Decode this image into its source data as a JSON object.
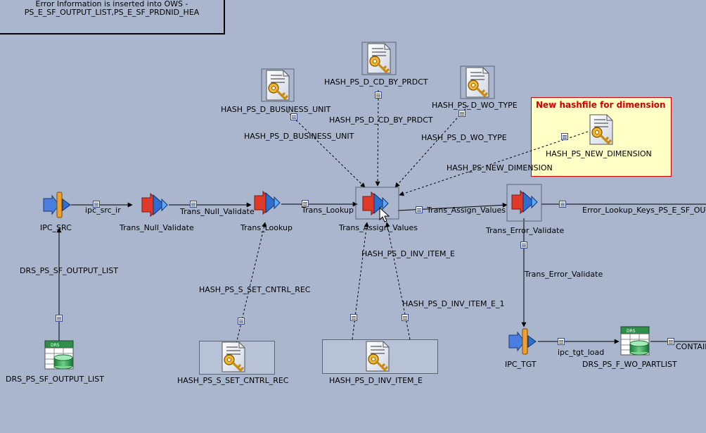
{
  "annotation": {
    "line1": "Error Information is inserted into OWS -",
    "line2": "PS_E_SF_OUTPUT_LIST,PS_E_SF_PRDNID_HEA"
  },
  "note": {
    "title": "New hashfile for dimension"
  },
  "stages": {
    "ipc_src": "IPC_SRC",
    "trans_null_validate": "Trans_Null_Validate",
    "trans_lookup": "Trans_Lookup",
    "trans_assign_values": "Trans_Assign_Values",
    "trans_error_validate": "Trans_Error_Validate",
    "drs_ps_sf_output_list": "DRS_PS_SF_OUTPUT_LIST",
    "hash_business_unit": "HASH_PS_D_BUSINESS_UNIT",
    "hash_cd_by_prdct": "HASH_PS_D_CD_BY_PRDCT",
    "hash_wo_type": "HASH_PS_D_WO_TYPE",
    "hash_new_dimension": "HASH_PS_NEW_DIMENSION",
    "hash_s_set_cntrl_rec": "HASH_PS_S_SET_CNTRL_REC",
    "hash_inv_item_e": "HASH_PS_D_INV_ITEM_E",
    "ipc_tgt": "IPC_TGT",
    "drs_ps_f_wo_partlist": "DRS_PS_F_WO_PARTLIST"
  },
  "links": {
    "ipc_src_ir": "ipc_src_ir",
    "trans_null_validate": "Trans_Null_Validate",
    "trans_lookup": "Trans_Lookup",
    "trans_assign_values": "Trans_Assign_Values",
    "error_lookup_keys": "Error_Lookup_Keys_PS_E_SF_OUTP",
    "drs_ps_sf_output_list": "DRS_PS_SF_OUTPUT_LIST",
    "hash_business_unit": "HASH_PS_D_BUSINESS_UNIT",
    "hash_cd_by_prdct": "HASH_PS_D_CD_BY_PRDCT",
    "hash_wo_type": "HASH_PS_D_WO_TYPE",
    "hash_new_dimension": "HASH_PS_NEW_DIMENSION",
    "hash_s_set_cntrl_rec": "HASH_PS_S_SET_CNTRL_REC",
    "hash_inv_item_e": "HASH_PS_D_INV_ITEM_E",
    "hash_inv_item_e_1": "HASH_PS_D_INV_ITEM_E_1",
    "trans_error_validate": "Trans_Error_Validate",
    "ipc_tgt_load": "ipc_tgt_load",
    "contain": "CONTAIN"
  },
  "drs_badge": "DRS",
  "colors": {
    "canvas": "#aab6cd",
    "note_bg": "#ffffc6",
    "note_border": "#d40000",
    "transformer_red": "#e03a2a",
    "transformer_blue": "#2d6fd0"
  }
}
